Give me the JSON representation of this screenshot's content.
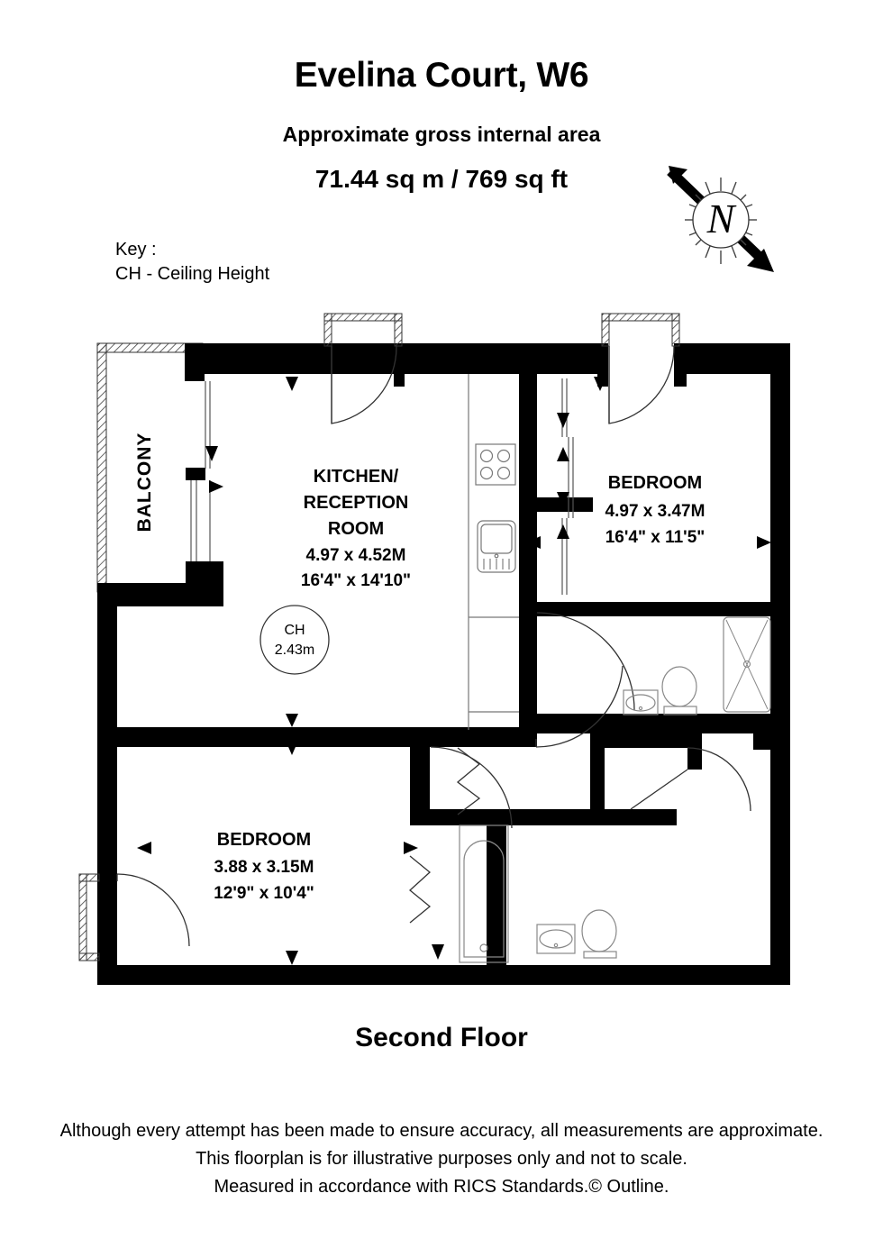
{
  "header": {
    "title": "Evelina Court, W6",
    "subtitle": "Approximate gross internal area",
    "area": "71.44 sq m /  769 sq ft"
  },
  "key": {
    "heading": "Key :",
    "entry": "CH - Ceiling Height"
  },
  "compass": {
    "label": "N",
    "icon": "north-arrow-icon"
  },
  "plan": {
    "floor_label": "Second Floor",
    "ceiling_height": {
      "code": "CH",
      "value": "2.43m"
    },
    "rooms": [
      {
        "id": "balcony",
        "name": "BALCONY",
        "dim_metric": "",
        "dim_imperial": ""
      },
      {
        "id": "kitchen-reception",
        "name_line1": "KITCHEN/",
        "name_line2": "RECEPTION",
        "name_line3": "ROOM",
        "dim_metric": "4.97 x 4.52M",
        "dim_imperial": "16'4\" x 14'10\""
      },
      {
        "id": "bedroom-main",
        "name": "BEDROOM",
        "dim_metric": "4.97 x 3.47M",
        "dim_imperial": "16'4\" x 11'5\""
      },
      {
        "id": "bedroom-second",
        "name": "BEDROOM",
        "dim_metric": "3.88 x 3.15M",
        "dim_imperial": "12'9\" x 10'4\""
      }
    ],
    "fixtures": [
      "hob-icon",
      "sink-icon",
      "shower-tray-icon",
      "wc-icon",
      "basin-icon",
      "bath-icon"
    ]
  },
  "footer": {
    "line1": "Although every attempt has been made to ensure accuracy, all measurements are approximate.",
    "line2": "This floorplan is for illustrative purposes only and not to scale.",
    "line3": "Measured in accordance with RICS Standards.© Outline."
  },
  "colors": {
    "wall": "#000000",
    "background": "#ffffff",
    "fixture_stroke": "#777777",
    "hatch": "#555555"
  }
}
